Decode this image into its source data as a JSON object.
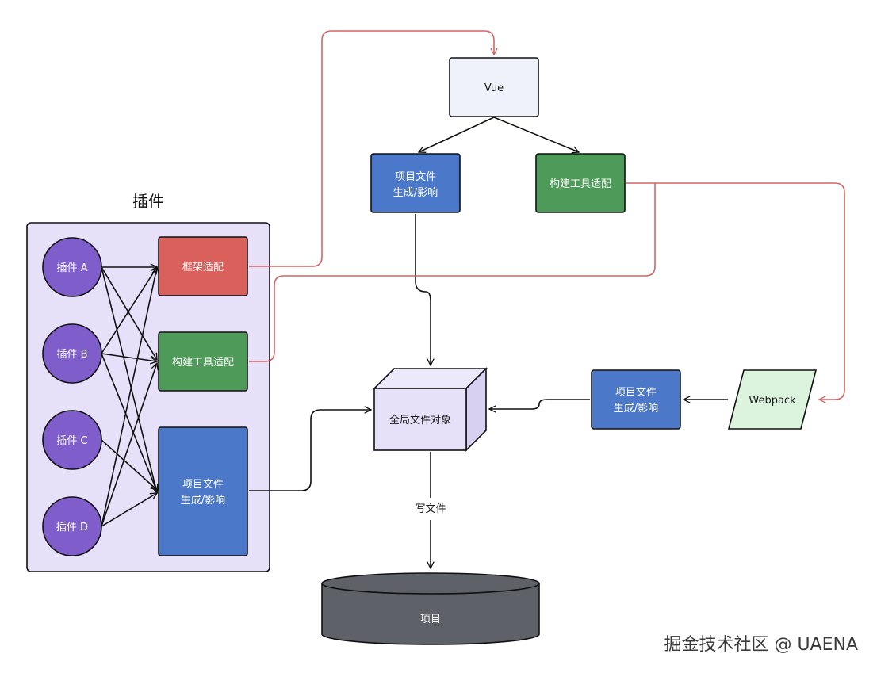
{
  "group": {
    "title": "插件"
  },
  "plugins": [
    {
      "label": "插件 A"
    },
    {
      "label": "插件 B"
    },
    {
      "label": "插件 C"
    },
    {
      "label": "插件 D"
    }
  ],
  "group_boxes": {
    "framework_adapter": "框架适配",
    "build_tool_adapter": "构建工具适配",
    "project_file_gen": [
      "项目文件",
      "生成/影响"
    ]
  },
  "vue": {
    "label": "Vue",
    "project_file_gen": [
      "项目文件",
      "生成/影响"
    ],
    "build_tool_adapter": "构建工具适配"
  },
  "global_file_object": "全局文件对象",
  "webpack": {
    "label": "Webpack",
    "project_file_gen": [
      "项目文件",
      "生成/影响"
    ]
  },
  "write_file_label": "写文件",
  "project_db": "项目",
  "watermark": "掘金技术社区 @ UAENA",
  "colors": {
    "group_fill": "#e6e0f8",
    "plugin_circle": "#7f5ecb",
    "red_box": "#d9605b",
    "green_box": "#4e9a58",
    "blue_box": "#4c78c9",
    "vue_box": "#eff2fb",
    "cube": "#e6e0f8",
    "webpack": "#dcf3de",
    "database": "#5f6168",
    "red_edge": "#d16565"
  }
}
